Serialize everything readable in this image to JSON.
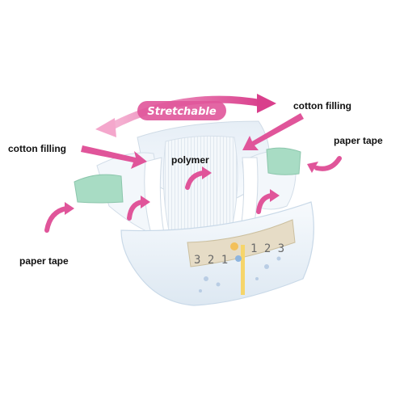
{
  "labels": {
    "stretchable": "Stretchable",
    "cotton_filling_left": "cotton filling",
    "cotton_filling_right": "cotton filling",
    "polymer": "polymer",
    "paper_tape_left": "paper tape",
    "paper_tape_right": "paper tape"
  },
  "size_marks": {
    "left": "3 2 1",
    "right": "1 2 3"
  },
  "colors": {
    "accent": "#e0559a",
    "accent_light": "#f4a7cc",
    "tape": "#a8dcc4",
    "diaper_body": "#eef4fa",
    "diaper_shadow": "#c9d9e8",
    "size_panel": "#d9cfb8"
  },
  "icons": [
    "curved-arrow-icon",
    "straight-arrow-icon",
    "double-headed-arrow-icon"
  ]
}
